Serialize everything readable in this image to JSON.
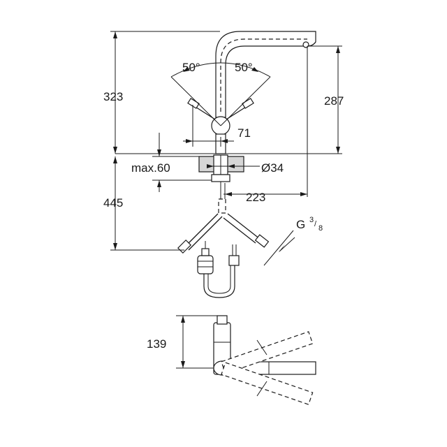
{
  "dimensions": {
    "angle_left": "50°",
    "angle_right": "50°",
    "height_total": "323",
    "height_spout": "287",
    "handle_offset": "71",
    "max_thickness": "max.60",
    "hole_diameter": "Ø34",
    "below_counter": "445",
    "spout_reach": "223",
    "connection_g": "G",
    "connection_num": "3",
    "connection_den": "8",
    "plan_depth": "139"
  }
}
